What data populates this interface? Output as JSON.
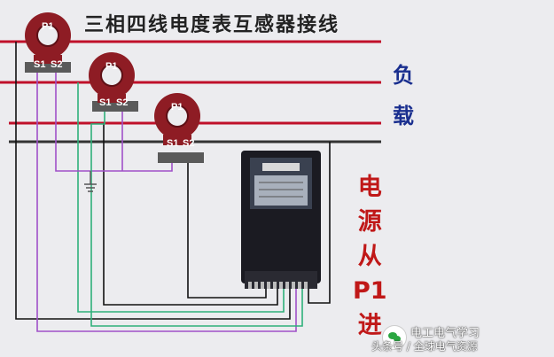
{
  "title": "三相四线电度表互感器接线",
  "load_label": [
    "负",
    "载"
  ],
  "source_label": [
    "电",
    "源",
    "从",
    "P1",
    "进"
  ],
  "ct_terminals": {
    "p1": "P1",
    "s1": "S1",
    "s2": "S2"
  },
  "watermark": {
    "line1": "电工电气学习",
    "line2": "头条号 / 全球电气资源"
  },
  "colors": {
    "phase_line": "#c0102a",
    "neutral_line": "#333333",
    "ct_body": "#8e1c24",
    "title": "#222222",
    "load_label": "#1a2f8f",
    "source_label": "#c01818",
    "wire_purple": "#a050c8",
    "wire_green": "#2fb07a",
    "wire_black": "#111111"
  }
}
